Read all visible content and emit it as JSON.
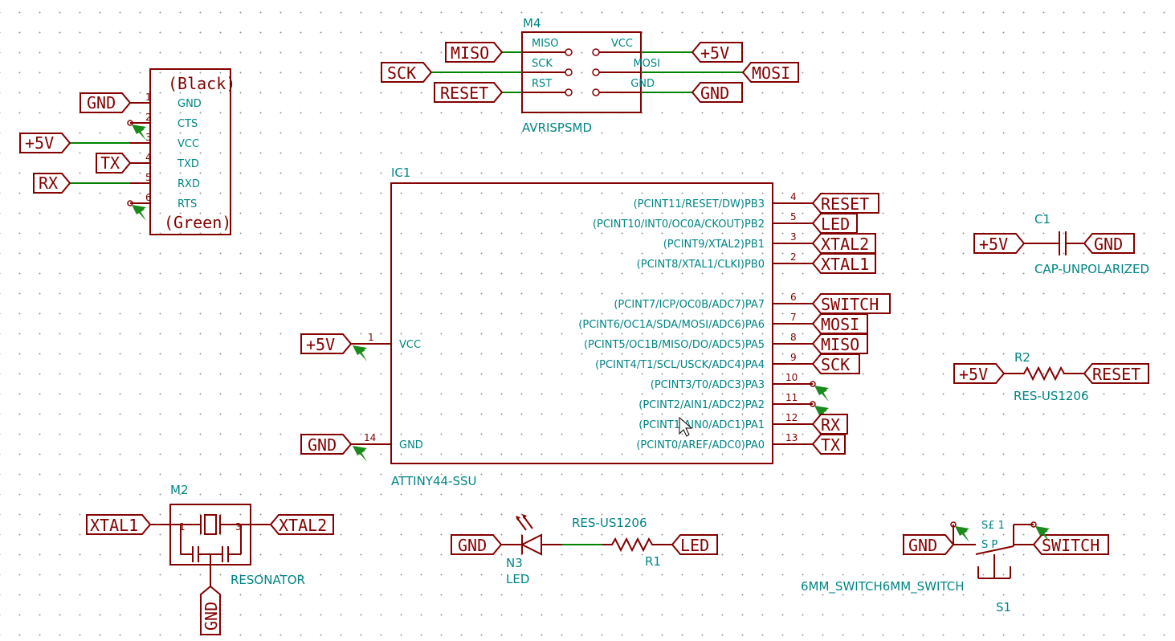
{
  "ftdi": {
    "top": "(Black)",
    "bottom": "(Green)",
    "pins": [
      {
        "num": "1",
        "name": "GND",
        "net": "GND"
      },
      {
        "num": "2",
        "name": "CTS",
        "net": ""
      },
      {
        "num": "3",
        "name": "VCC",
        "net": "+5V"
      },
      {
        "num": "4",
        "name": "TXD",
        "net": "TX"
      },
      {
        "num": "5",
        "name": "RXD",
        "net": "RX"
      },
      {
        "num": "6",
        "name": "RTS",
        "net": ""
      }
    ]
  },
  "isp": {
    "ref": "M4",
    "value": "AVRISPSMD",
    "left": [
      {
        "name": "MISO",
        "net": "MISO"
      },
      {
        "name": "SCK",
        "net": "SCK"
      },
      {
        "name": "RST",
        "net": "RESET"
      }
    ],
    "right": [
      {
        "name": "VCC",
        "net": "+5V"
      },
      {
        "name": "MOSI",
        "net": "MOSI"
      },
      {
        "name": "GND",
        "net": "GND"
      }
    ]
  },
  "ic": {
    "ref": "IC1",
    "value": "ATTINY44-SSU",
    "vcc": {
      "num": "1",
      "name": "VCC",
      "net": "+5V"
    },
    "gnd": {
      "num": "14",
      "name": "GND",
      "net": "GND"
    },
    "pins": [
      {
        "num": "4",
        "name": "(PCINT11/RESET/DW)PB3",
        "net": "RESET"
      },
      {
        "num": "5",
        "name": "(PCINT10/INT0/OC0A/CKOUT)PB2",
        "net": "LED"
      },
      {
        "num": "3",
        "name": "(PCINT9/XTAL2)PB1",
        "net": "XTAL2"
      },
      {
        "num": "2",
        "name": "(PCINT8/XTAL1/CLKI)PB0",
        "net": "XTAL1"
      },
      {
        "num": "6",
        "name": "(PCINT7/ICP/OC0B/ADC7)PA7",
        "net": "SWITCH"
      },
      {
        "num": "7",
        "name": "(PCINT6/OC1A/SDA/MOSI/ADC6)PA6",
        "net": "MOSI"
      },
      {
        "num": "8",
        "name": "(PCINT5/OC1B/MISO/DO/ADC5)PA5",
        "net": "MISO"
      },
      {
        "num": "9",
        "name": "(PCINT4/T1/SCL/USCK/ADC4)PA4",
        "net": "SCK"
      },
      {
        "num": "10",
        "name": "(PCINT3/T0/ADC3)PA3",
        "net": ""
      },
      {
        "num": "11",
        "name": "(PCINT2/AIN1/ADC2)PA2",
        "net": ""
      },
      {
        "num": "12",
        "name": "(PCINT1/AIN0/ADC1)PA1",
        "net": "RX"
      },
      {
        "num": "13",
        "name": "(PCINT0/AREF/ADC0)PA0",
        "net": "TX"
      }
    ]
  },
  "cap": {
    "ref": "C1",
    "value": "CAP-UNPOLARIZED",
    "left": "+5V",
    "right": "GND"
  },
  "res2": {
    "ref": "R2",
    "value": "RES-US1206",
    "left": "+5V",
    "right": "RESET"
  },
  "resonator": {
    "ref": "M2",
    "value": "RESONATOR",
    "left": "XTAL1",
    "right": "XTAL2",
    "bottom": "GND",
    "pin1": "1",
    "pin3": "3"
  },
  "led": {
    "ref": "N3",
    "value": "LED",
    "net": "GND"
  },
  "res1": {
    "ref": "R1",
    "value": "RES-US1206",
    "net": "LED"
  },
  "switch": {
    "ref": "S1",
    "value": "6MM_SWITCH6MM_SWITCH",
    "left": "GND",
    "right": "SWITCH",
    "pins": "S£ 1",
    "sp": "S P"
  },
  "colors": {
    "component": "#840000",
    "wire": "#008400",
    "pin_text": "#008484"
  }
}
